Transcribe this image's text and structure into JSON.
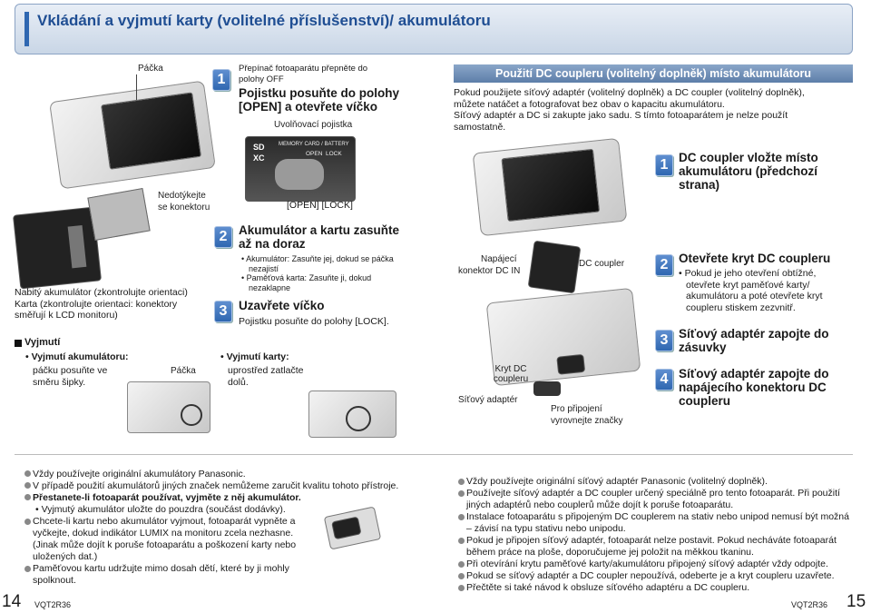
{
  "header": {
    "title": "Vkládání a vyjmutí karty (volitelné příslušenství)/ akumulátoru"
  },
  "left": {
    "label_packa_top": "Páčka",
    "label_nedotykejte": "Nedotýkejte se konektoru",
    "caption_lines": [
      "Nabitý akumulátor (zkontrolujte orientaci)",
      "Karta (zkontrolujte orientaci: konektory",
      "směřují k LCD monitoru)"
    ],
    "removal_title": "Vyjmutí",
    "removal_sub": "Vyjmutí akumulátoru:",
    "removal_text": [
      "páčku posuňte ve",
      "směru šipky."
    ],
    "label_packa_bottom": "Páčka"
  },
  "steps_mid": {
    "step1_num": "1",
    "step1_small": [
      "Přepínač fotoaparátu přepněte do",
      "polohy OFF"
    ],
    "step1_big": [
      "Pojistku posuňte do polohy",
      "[OPEN] a otevřete víčko"
    ],
    "uvolnovaci": "Uvolňovací pojistka",
    "card_labels": {
      "top": "MEMORY CARD / BATTERY",
      "open": "OPEN",
      "lock": "LOCK",
      "sd": "SD",
      "xc": "XC"
    },
    "open_lock": "[OPEN]   [LOCK]",
    "step2_num": "2",
    "step2_big": [
      "Akumulátor a kartu zasuňte",
      "až na doraz"
    ],
    "step2_items": [
      "Akumulátor: Zasuňte jej, dokud se páčka",
      "nezajistí",
      "Paměťová karta: Zasuňte ji, dokud",
      "nezaklapne"
    ],
    "step3_num": "3",
    "step3_big": "Uzavřete víčko",
    "step3_small": "Pojistku posuňte do polohy [LOCK].",
    "card_removal_sub": "Vyjmutí karty:",
    "card_removal_text": [
      "uprostřed zatlačte",
      "dolů."
    ]
  },
  "right": {
    "banner": "Použití DC coupleru (volitelný doplněk) místo akumulátoru",
    "intro": [
      "Pokud použijete síťový adaptér (volitelný doplněk) a DC coupler (volitelný doplněk),",
      "můžete natáčet a fotografovat bez obav o kapacitu akumulátoru.",
      "Síťový adaptér a DC si zakupte jako sadu. S tímto fotoaparátem je nelze použít",
      "samostatně."
    ],
    "label_napajeci": [
      "Napájecí",
      "konektor DC IN"
    ],
    "label_dc_coupler": "DC coupler",
    "label_kryt": [
      "Kryt DC",
      "coupleru"
    ],
    "label_sitovy": "Síťový adaptér",
    "label_pro_pripojeni": [
      "Pro připojení",
      "vyrovnejte značky"
    ],
    "steps": [
      {
        "num": "1",
        "lines": [
          "DC coupler vložte místo",
          "akumulátoru (předchozí",
          "strana)"
        ]
      },
      {
        "num": "2",
        "lines": [
          "Otevřete kryt DC coupleru"
        ],
        "sub": [
          "Pokud je jeho otevření obtížné,",
          "otevřete kryt paměťové karty/",
          "akumulátoru a poté otevřete kryt",
          "coupleru stiskem zezvnitř."
        ]
      },
      {
        "num": "3",
        "lines": [
          "Síťový adaptér zapojte do",
          "zásuvky"
        ]
      },
      {
        "num": "4",
        "lines": [
          "Síťový adaptér zapojte do",
          "napájecího konektoru DC",
          "coupleru"
        ]
      }
    ]
  },
  "notes_left": [
    {
      "text": "Vždy používejte originální akumulátory Panasonic.",
      "bold": false
    },
    {
      "text": "V případě použití akumulátorů jiných značek nemůžeme zaručit kvalitu tohoto přístroje.",
      "bold": false
    },
    {
      "text": "Přestanete-li fotoaparát používat, vyjměte z něj akumulátor.",
      "bold": true
    },
    {
      "text": "• Vyjmutý akumulátor uložte do pouzdra (součást dodávky).",
      "bold": false,
      "indent": true
    },
    {
      "text": "Chcete-li kartu nebo akumulátor vyjmout, fotoaparát vypněte a vyčkejte, dokud indikátor LUMIX na monitoru zcela nezhasne. (Jinak může dojít k poruše fotoaparátu a poškození karty nebo uložených dat.)",
      "bold": false
    },
    {
      "text": "Paměťovou kartu udržujte mimo dosah dětí, které by ji mohly spolknout.",
      "bold": false
    }
  ],
  "notes_right": [
    "Vždy používejte originální síťový adaptér Panasonic (volitelný doplněk).",
    "Používejte síťový adaptér a DC coupler určený speciálně pro tento fotoaparát. Při použití jiných adaptérů nebo couplerů může dojít k poruše fotoaparátu.",
    "Instalace fotoaparátu s připojeným DC couplerem na stativ nebo unipod nemusí být možná – závisí na typu stativu nebo unipodu.",
    "Pokud je připojen síťový adaptér, fotoaparát nelze postavit. Pokud necháváte fotoaparát během práce na ploše, doporučujeme jej položit na měkkou tkaninu.",
    "Při otevírání krytu paměťové karty/akumulátoru připojený síťový adaptér vždy odpojte.",
    "Pokud se síťový adaptér a DC coupler nepoužívá, odeberte je a kryt coupleru uzavřete.",
    "Přečtěte si také návod k obsluze síťového adaptéru a DC coupleru."
  ],
  "footer": {
    "page_left": "14",
    "code_left": "VQT2R36",
    "code_right": "VQT2R36",
    "page_right": "15"
  }
}
